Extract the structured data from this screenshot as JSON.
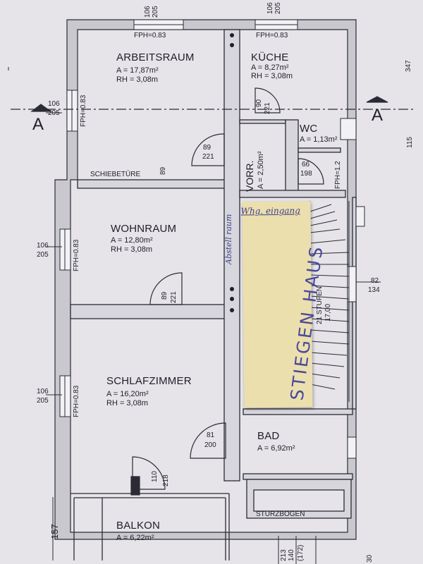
{
  "rooms": {
    "arbeitsraum": {
      "name": "ARBEITSRAUM",
      "area": "A = 17,87m²",
      "rh": "RH = 3,08m"
    },
    "kueche": {
      "name": "KÜCHE",
      "area": "A = 8,27m²",
      "rh": "RH = 3,08m"
    },
    "wc": {
      "name": "WC",
      "area": "A = 1,13m²"
    },
    "vorraum": {
      "name": "VORR.",
      "area": "A = 2,50m²"
    },
    "wohnraum": {
      "name": "WOHNRAUM",
      "area": "A = 12,80m²",
      "rh": "RH = 3,08m"
    },
    "schlafzimmer": {
      "name": "SCHLAFZIMMER",
      "area": "A = 16,20m²",
      "rh": "RH = 3,08m"
    },
    "bad": {
      "name": "BAD",
      "area": "A = 6,92m²"
    },
    "balkon": {
      "name": "BALKON",
      "area": "A = 6,22m²"
    }
  },
  "labels": {
    "fph_top_left": "FPH=0.83",
    "fph_top_right": "FPH=0.83",
    "fph_left_1": "FPH=0.83",
    "fph_left_2": "FPH=0.83",
    "fph_left_3": "FPH=0.83",
    "fph_right_wc": "FPH=1.2",
    "schiebetuere": "SCHIEBETÜRE",
    "sturzbogen": "STURZBOGEN",
    "stufen": "21 STUFEN",
    "stufen_ratio": "17,00",
    "section_left": "A",
    "section_right": "A",
    "dim_top_left_w": "106",
    "dim_top_left_h": "205",
    "dim_top_right_w": "106",
    "dim_top_right_h": "205",
    "dim_left1_w": "106",
    "dim_left1_h": "205",
    "dim_left2_w": "106",
    "dim_left2_h": "205",
    "dim_left3_w": "106",
    "dim_left3_h": "205",
    "dim_right_w": "82",
    "dim_right_h": "134",
    "dim_balkon": "157",
    "dim_bottom_1": "213",
    "dim_bottom_2": "140",
    "dim_bottom_3": "(172)",
    "dim_right_edge": "347",
    "dim_right_edge2": "115",
    "dim_bottom_right": "30",
    "door_arbeit_w": "89",
    "door_arbeit_h": "221",
    "door_kueche_w": "90",
    "door_kueche_h": "221",
    "door_wc_w": "66",
    "door_wc_h": "198",
    "door_wohn_w": "89",
    "door_wohn_h": "221",
    "door_bad_w": "81",
    "door_bad_h": "200",
    "door_schlaf_w": "110",
    "door_schlaf_h": "218",
    "schiebetuere_w": "89"
  },
  "note": {
    "title": "Whg. eingang",
    "text": "STIEGEN HAUS"
  },
  "annotations": {
    "hand_side": "Abstell raum"
  }
}
